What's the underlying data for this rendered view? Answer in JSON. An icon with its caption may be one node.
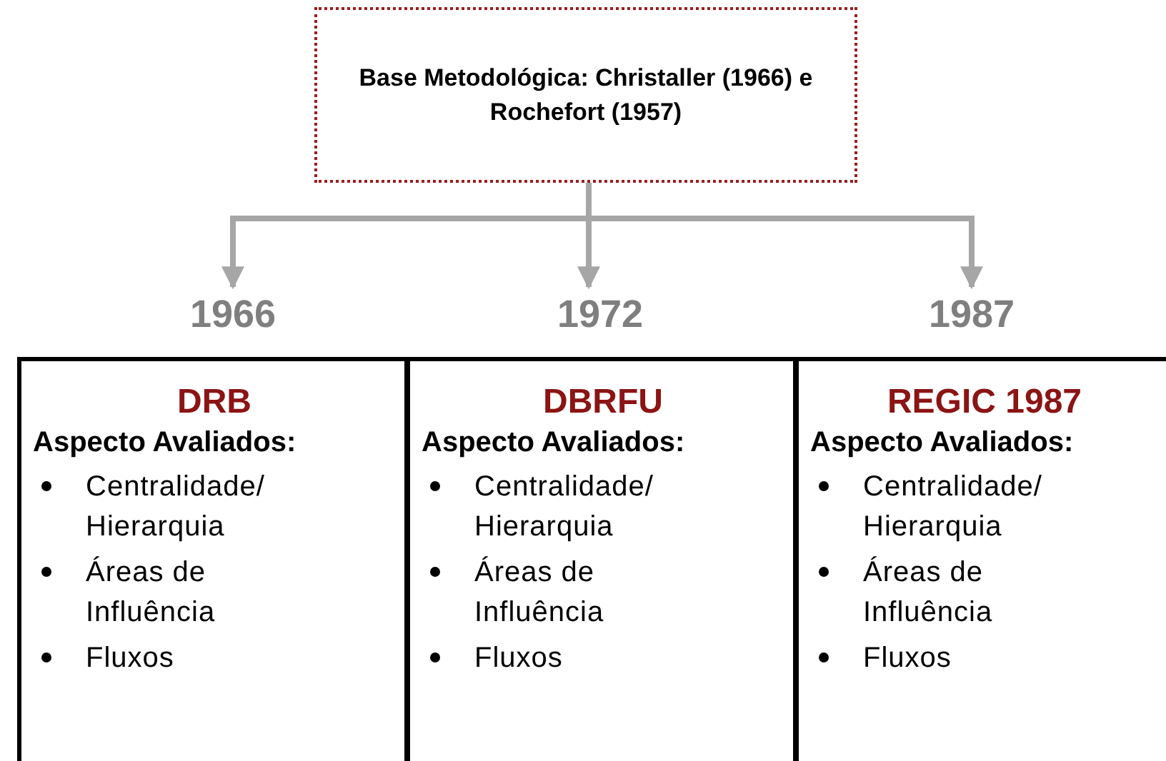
{
  "diagram": {
    "nodes": [
      {
        "text": [
          "Base Metodológica: Christaller (1966) e Rochefort (1957)"
        ]
      },
      {
        "text": [
          "1966"
        ]
      },
      {
        "text": [
          "1972"
        ]
      },
      {
        "text": [
          "1987"
        ]
      },
      {
        "text": [
          "DRB",
          "Aspecto Avaliados:",
          "Centralidade/ Hierarquia",
          "Áreas de Influência",
          "Fluxos"
        ]
      },
      {
        "text": [
          "DBRFU",
          "Aspecto Avaliados:",
          "Centralidade/ Hierarquia",
          "Áreas de Influência",
          "Fluxos"
        ]
      },
      {
        "text": [
          "REGIC 1987",
          "Aspecto Avaliados:",
          "Centralidade/ Hierarquia",
          "Áreas de Influência",
          "Fluxos"
        ]
      }
    ],
    "edges": [
      {
        "from": 0,
        "to": 1,
        "arrow": "to"
      },
      {
        "from": 0,
        "to": 2,
        "arrow": "to"
      },
      {
        "from": 0,
        "to": 3,
        "arrow": "to"
      }
    ]
  }
}
